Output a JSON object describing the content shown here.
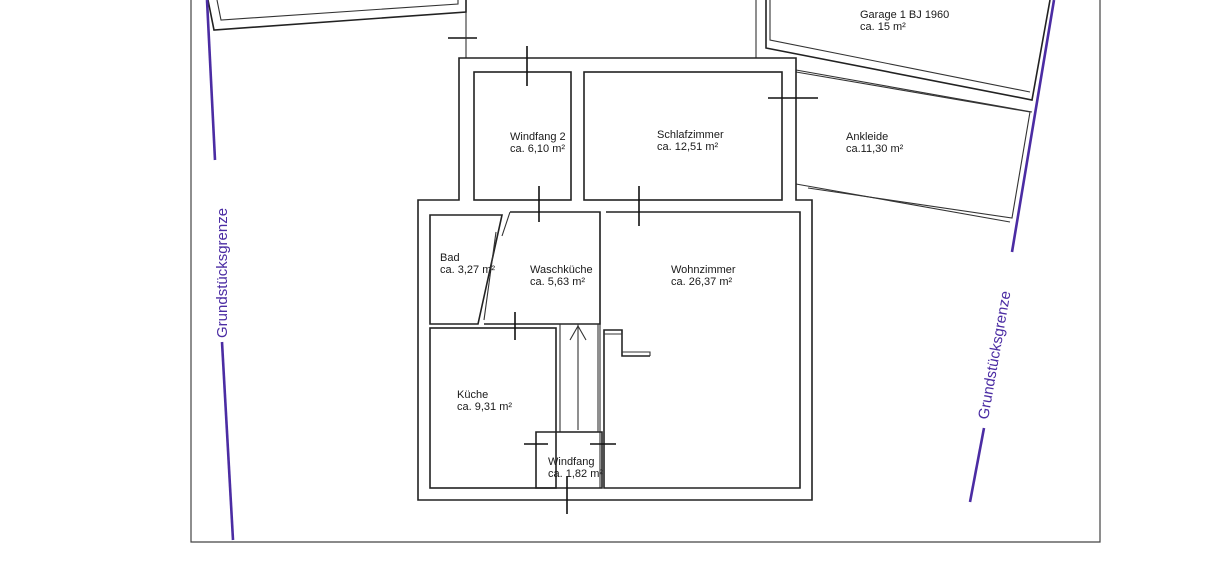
{
  "rooms": {
    "garage": {
      "name": "Garage 1 BJ 1960",
      "area": "ca. 15 m²"
    },
    "ankleide": {
      "name": "Ankleide",
      "area": "ca.11,30 m²"
    },
    "windfang2": {
      "name": "Windfang 2",
      "area": "ca. 6,10 m²"
    },
    "schlafzimmer": {
      "name": "Schlafzimmer",
      "area": "ca. 12,51 m²"
    },
    "bad": {
      "name": "Bad",
      "area": "ca. 3,27 m²"
    },
    "waschkueche": {
      "name": "Waschküche",
      "area": "ca. 5,63 m²"
    },
    "wohnzimmer": {
      "name": "Wohnzimmer",
      "area": "ca. 26,37 m²"
    },
    "kueche": {
      "name": "Küche",
      "area": "ca. 9,31 m²"
    },
    "windfang": {
      "name": "Windfang",
      "area": "ca. 1,82 m²"
    }
  },
  "boundary_label": "Grundstücksgrenze",
  "colors": {
    "boundary": "#4b2ca3",
    "walls": "#222222"
  }
}
